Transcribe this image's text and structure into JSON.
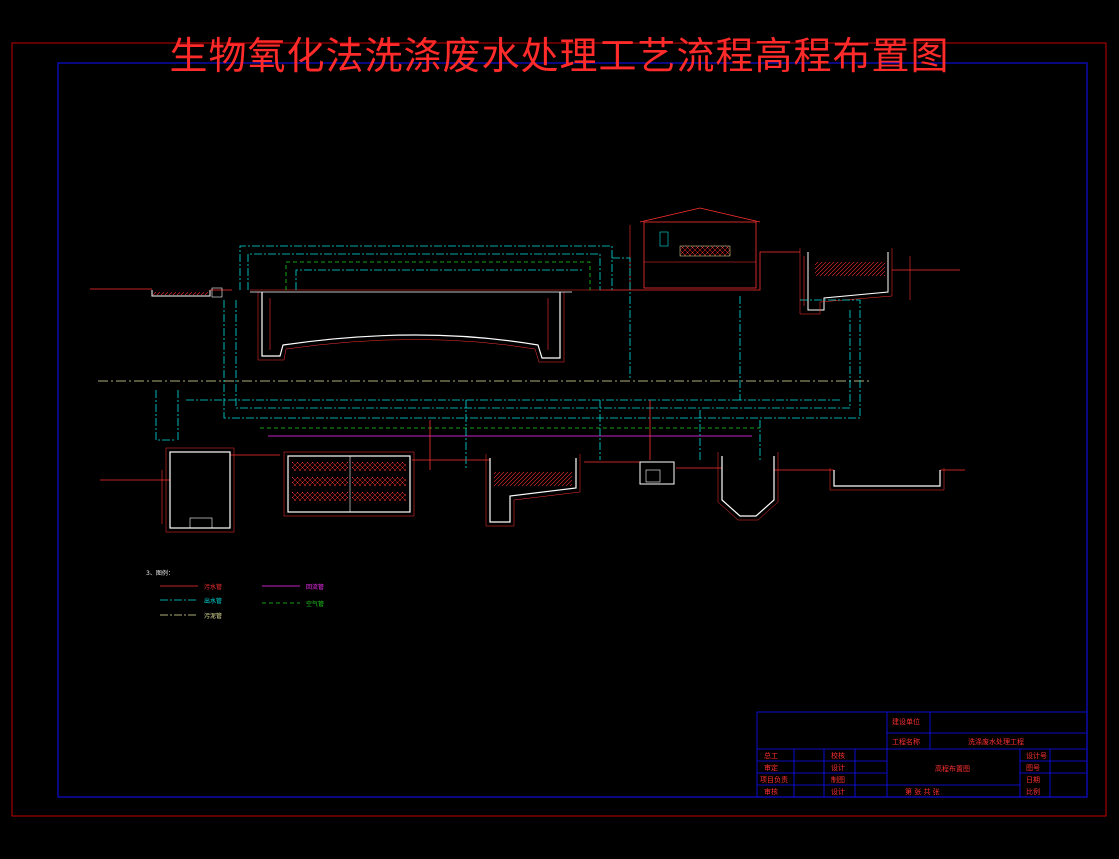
{
  "drawing": {
    "title": "生物氧化法洗涤废水处理工艺流程高程布置图"
  },
  "colors": {
    "frame_outer": "#c00000",
    "frame_inner": "#1010ff",
    "title": "#ff2a2a",
    "structure": "#ffffff",
    "dimension": "#ff3030",
    "pipe_sewage": "#ff3030",
    "pipe_reuse": "#00e0e0",
    "pipe_return": "#ff30ff",
    "pipe_air": "#20d020",
    "pipe_overflow": "#e8e8a0",
    "concrete_hatch": "#ff3030"
  },
  "legend": {
    "heading": "3、图例：",
    "items": [
      {
        "name": "污水管",
        "color": "#ff3030",
        "style": "solid"
      },
      {
        "name": "回流管",
        "color": "#ff30ff",
        "style": "solid"
      },
      {
        "name": "出水管",
        "color": "#00e0e0",
        "style": "dashdot"
      },
      {
        "name": "空气管",
        "color": "#20d020",
        "style": "dashed"
      },
      {
        "name": "污泥管",
        "color": "#e8e8a0",
        "style": "dashdot"
      }
    ]
  },
  "title_block": {
    "unit_label": "建设单位",
    "project_label": "工程名称",
    "project_name": "洗涤废水处理工程",
    "drawing_name": "高程布置图",
    "roles_left": [
      "总工",
      "审定",
      "项目负责",
      "审核"
    ],
    "roles_mid": [
      "校核",
      "设计",
      "制图",
      "设计"
    ],
    "right_labels": [
      "设计号",
      "图号",
      "日期",
      "比例"
    ],
    "sheet_text": "第 张 共 张"
  }
}
